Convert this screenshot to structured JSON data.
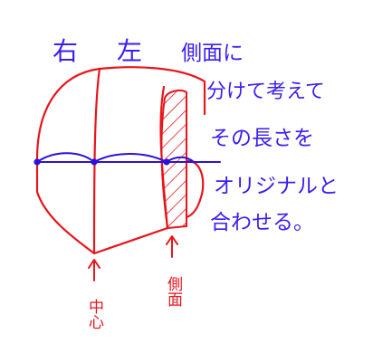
{
  "labels": {
    "right": "右",
    "left": "左",
    "note_lines": [
      "側面に",
      "分けて考えて",
      "その長さを",
      "オリジナルと",
      "合わせる。"
    ],
    "center": "中心",
    "side": "側面"
  },
  "colors": {
    "head_outline": "#e8151b",
    "measure_line": "#2a12d8",
    "handwriting_blue": "#3a1ff0",
    "handwriting_red": "#e8151b",
    "background": "#ffffff"
  }
}
